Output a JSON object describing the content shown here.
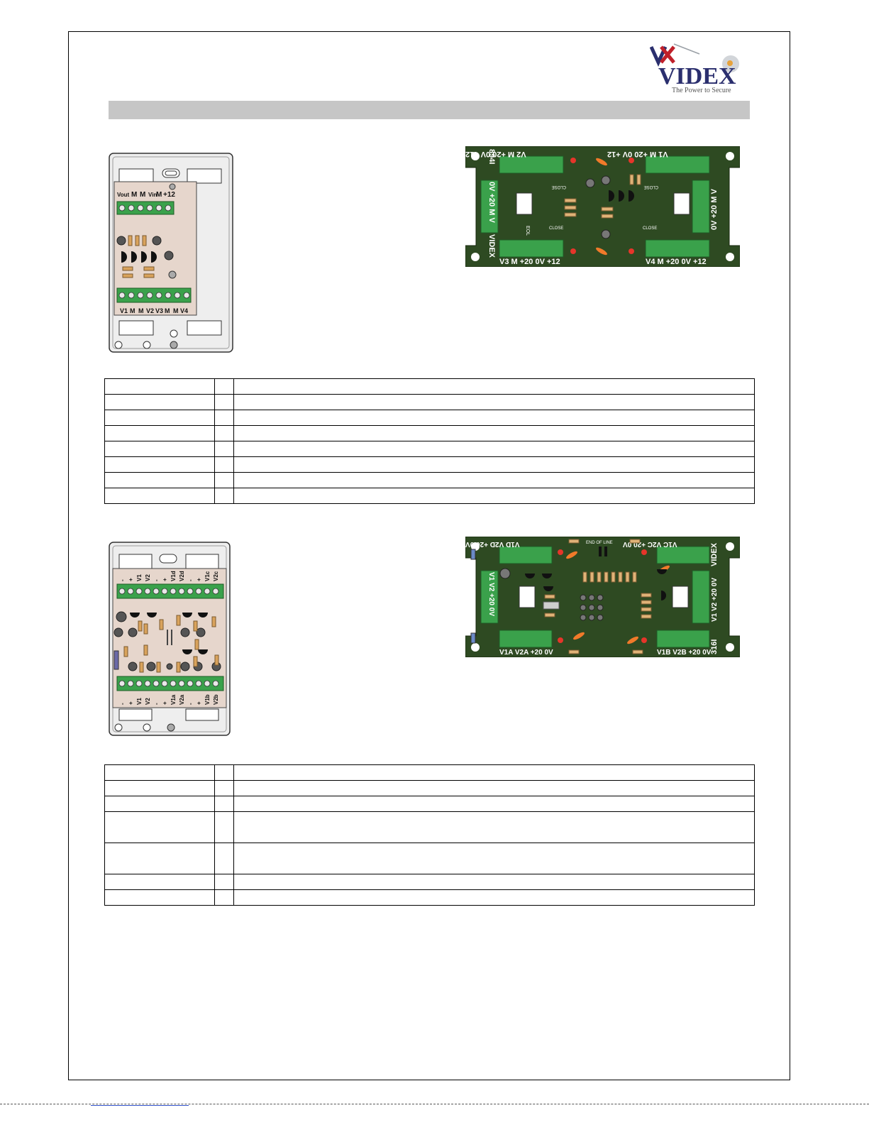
{
  "logo": {
    "brand": "VIDEX",
    "tagline": "The Power to Secure",
    "colors": {
      "red": "#c0202a",
      "navy": "#2b2f6e",
      "grey": "#9aa0a6"
    }
  },
  "header_bar": {
    "text": ""
  },
  "module_1": {
    "board": {
      "code": "894I",
      "brand": "VIDEX",
      "top_left_terminals": "V2  M  +20  0V  +12",
      "top_right_terminals": "V1  M  +20  0V  +12",
      "bottom_left_terminals": "V3  M  +20  0V  +12",
      "bottom_right_terminals": "V4  M  +20  0V  +12",
      "left_side_terminals": "0V  +20  M  V",
      "right_side_terminals": "0V  +20  M  V",
      "jumper_labels": [
        "CLOSE",
        "CLOSE",
        "CLOSE",
        "CLOSE",
        "EOL"
      ]
    },
    "device": {
      "top_terminals": [
        "Vout",
        "M",
        "M",
        "Vin",
        "M",
        "+12"
      ],
      "bottom_terminals": [
        "V1",
        "M",
        "M",
        "V2",
        "V3",
        "M",
        "M",
        "V4"
      ]
    },
    "table_rows": [
      {
        "terminal": "",
        "sep": "",
        "description": ""
      },
      {
        "terminal": "",
        "sep": "",
        "description": ""
      },
      {
        "terminal": "",
        "sep": "",
        "description": ""
      },
      {
        "terminal": "",
        "sep": "",
        "description": ""
      },
      {
        "terminal": "",
        "sep": "",
        "description": ""
      },
      {
        "terminal": "",
        "sep": "",
        "description": ""
      },
      {
        "terminal": "",
        "sep": "",
        "description": ""
      },
      {
        "terminal": "",
        "sep": "",
        "description": ""
      }
    ]
  },
  "module_2": {
    "board": {
      "code": "316I",
      "brand": "VIDEX",
      "top_left_terminals": "V1D  V2D  +20  0V",
      "top_right_terminals": "V1C  V2C  +20  0V",
      "bottom_left_terminals": "V1A  V2A  +20  0V",
      "bottom_right_terminals": "V1B  V2B  +20  0V",
      "left_side_terminals": "V1  V2  +20  0V",
      "right_side_terminals": "V1  V2  +20  0V",
      "end_of_line_label": "END OF LINE"
    },
    "device": {
      "top_terminals": [
        "-",
        "+",
        "V1",
        "V2",
        "-",
        "+",
        "V1d",
        "V2d",
        "-",
        "+",
        "V1c",
        "V2c"
      ],
      "bottom_terminals": [
        "-",
        "+",
        "V1",
        "V2",
        "-",
        "+",
        "V1a",
        "V2a",
        "-",
        "+",
        "V1b",
        "V2b"
      ]
    },
    "table_rows": [
      {
        "terminal": "",
        "sep": "",
        "description": ""
      },
      {
        "terminal": "",
        "sep": "",
        "description": ""
      },
      {
        "terminal": "",
        "sep": "",
        "description": ""
      },
      {
        "terminal": "",
        "sep": "",
        "description": ""
      },
      {
        "terminal": "",
        "sep": "",
        "description": ""
      },
      {
        "terminal": "",
        "sep": "",
        "description": ""
      },
      {
        "terminal": "",
        "sep": "",
        "description": ""
      }
    ]
  }
}
